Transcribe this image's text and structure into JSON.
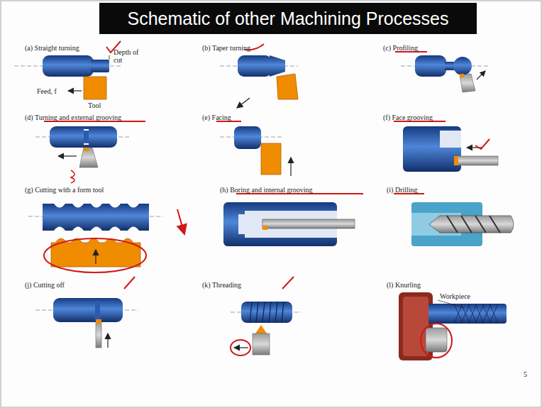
{
  "diagram": {
    "title": "Schematic of other Machining Processes",
    "labels": [
      "(a) Straight turning",
      "Depth of cut",
      "Tool",
      "Feed, f",
      "(b) Taper turning",
      "(c) Profiling",
      "(d) Turning and external grooving",
      "(e) Facing",
      "(f) Face grooving",
      "(g) Cutting with a form tool",
      "(h) Boring and internal grooving",
      "(i) Drilling",
      "(j) Cutting off",
      "(k) Threading",
      "(l) Knurling",
      "Workpiece",
      "5"
    ]
  }
}
